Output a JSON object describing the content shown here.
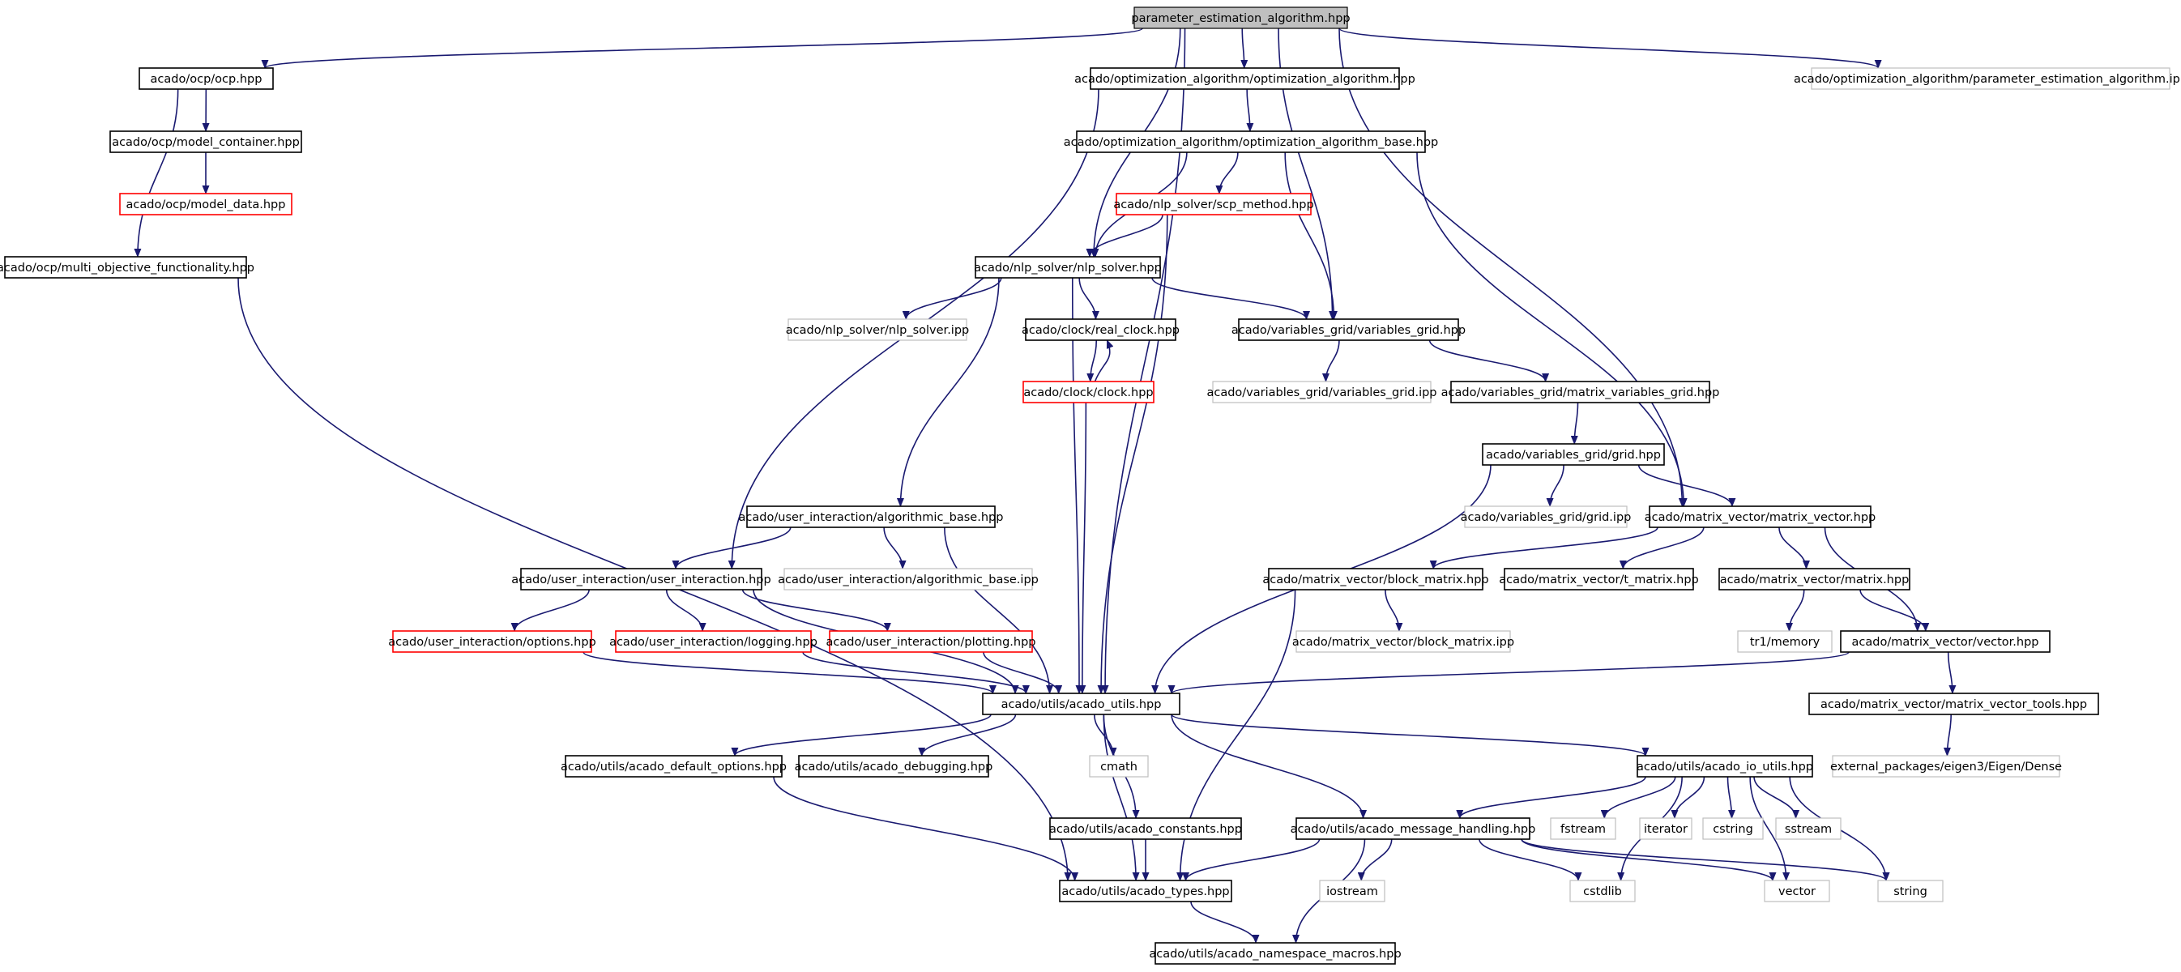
{
  "nodes": [
    {
      "id": "root",
      "label": "parameter_estimation_algorithm.hpp",
      "style": "root"
    },
    {
      "id": "ocp",
      "label": "acado/ocp/ocp.hpp",
      "style": "normal"
    },
    {
      "id": "oa",
      "label": "acado/optimization_algorithm/optimization_algorithm.hpp",
      "style": "normal"
    },
    {
      "id": "peaipp",
      "label": "acado/optimization_algorithm/parameter_estimation_algorithm.ipp",
      "style": "missing"
    },
    {
      "id": "mc",
      "label": "acado/ocp/model_container.hpp",
      "style": "normal"
    },
    {
      "id": "oab",
      "label": "acado/optimization_algorithm/optimization_algorithm_base.hpp",
      "style": "normal"
    },
    {
      "id": "md",
      "label": "acado/ocp/model_data.hpp",
      "style": "truncated"
    },
    {
      "id": "scp",
      "label": "acado/nlp_solver/scp_method.hpp",
      "style": "truncated"
    },
    {
      "id": "mof",
      "label": "acado/ocp/multi_objective_functionality.hpp",
      "style": "normal"
    },
    {
      "id": "nlp",
      "label": "acado/nlp_solver/nlp_solver.hpp",
      "style": "normal"
    },
    {
      "id": "nlpipp",
      "label": "acado/nlp_solver/nlp_solver.ipp",
      "style": "missing"
    },
    {
      "id": "rc",
      "label": "acado/clock/real_clock.hpp",
      "style": "normal"
    },
    {
      "id": "vg",
      "label": "acado/variables_grid/variables_grid.hpp",
      "style": "normal"
    },
    {
      "id": "clk",
      "label": "acado/clock/clock.hpp",
      "style": "truncated"
    },
    {
      "id": "vgipp",
      "label": "acado/variables_grid/variables_grid.ipp",
      "style": "missing"
    },
    {
      "id": "mvg",
      "label": "acado/variables_grid/matrix_variables_grid.hpp",
      "style": "normal"
    },
    {
      "id": "grid",
      "label": "acado/variables_grid/grid.hpp",
      "style": "normal"
    },
    {
      "id": "ab",
      "label": "acado/user_interaction/algorithmic_base.hpp",
      "style": "normal"
    },
    {
      "id": "gridipp",
      "label": "acado/variables_grid/grid.ipp",
      "style": "missing"
    },
    {
      "id": "mv",
      "label": "acado/matrix_vector/matrix_vector.hpp",
      "style": "normal"
    },
    {
      "id": "ui",
      "label": "acado/user_interaction/user_interaction.hpp",
      "style": "normal"
    },
    {
      "id": "abipp",
      "label": "acado/user_interaction/algorithmic_base.ipp",
      "style": "missing"
    },
    {
      "id": "bm",
      "label": "acado/matrix_vector/block_matrix.hpp",
      "style": "normal"
    },
    {
      "id": "tm",
      "label": "acado/matrix_vector/t_matrix.hpp",
      "style": "normal"
    },
    {
      "id": "mat",
      "label": "acado/matrix_vector/matrix.hpp",
      "style": "normal"
    },
    {
      "id": "opt",
      "label": "acado/user_interaction/options.hpp",
      "style": "truncated"
    },
    {
      "id": "log",
      "label": "acado/user_interaction/logging.hpp",
      "style": "truncated"
    },
    {
      "id": "plot",
      "label": "acado/user_interaction/plotting.hpp",
      "style": "truncated"
    },
    {
      "id": "bmipp",
      "label": "acado/matrix_vector/block_matrix.ipp",
      "style": "missing"
    },
    {
      "id": "tr1",
      "label": "tr1/memory",
      "style": "missing"
    },
    {
      "id": "vec",
      "label": "acado/matrix_vector/vector.hpp",
      "style": "normal"
    },
    {
      "id": "au",
      "label": "acado/utils/acado_utils.hpp",
      "style": "normal"
    },
    {
      "id": "mvt",
      "label": "acado/matrix_vector/matrix_vector_tools.hpp",
      "style": "normal"
    },
    {
      "id": "ado",
      "label": "acado/utils/acado_default_options.hpp",
      "style": "normal"
    },
    {
      "id": "adbg",
      "label": "acado/utils/acado_debugging.hpp",
      "style": "normal"
    },
    {
      "id": "cmath",
      "label": "cmath",
      "style": "missing"
    },
    {
      "id": "aio",
      "label": "acado/utils/acado_io_utils.hpp",
      "style": "normal"
    },
    {
      "id": "eigen",
      "label": "external_packages/eigen3/Eigen/Dense",
      "style": "missing"
    },
    {
      "id": "acon",
      "label": "acado/utils/acado_constants.hpp",
      "style": "normal"
    },
    {
      "id": "amh",
      "label": "acado/utils/acado_message_handling.hpp",
      "style": "normal"
    },
    {
      "id": "fstream",
      "label": "fstream",
      "style": "missing"
    },
    {
      "id": "iterator",
      "label": "iterator",
      "style": "missing"
    },
    {
      "id": "cstring",
      "label": "cstring",
      "style": "missing"
    },
    {
      "id": "sstream",
      "label": "sstream",
      "style": "missing"
    },
    {
      "id": "at",
      "label": "acado/utils/acado_types.hpp",
      "style": "normal"
    },
    {
      "id": "iostream",
      "label": "iostream",
      "style": "missing"
    },
    {
      "id": "cstdlib",
      "label": "cstdlib",
      "style": "missing"
    },
    {
      "id": "vector",
      "label": "vector",
      "style": "missing"
    },
    {
      "id": "string",
      "label": "string",
      "style": "missing"
    },
    {
      "id": "anm",
      "label": "acado/utils/acado_namespace_macros.hpp",
      "style": "normal"
    }
  ],
  "edges": [
    [
      "root",
      "ocp"
    ],
    [
      "root",
      "oa"
    ],
    [
      "root",
      "peaipp"
    ],
    [
      "root",
      "nlp"
    ],
    [
      "root",
      "vg"
    ],
    [
      "root",
      "mv"
    ],
    [
      "root",
      "au"
    ],
    [
      "ocp",
      "mc"
    ],
    [
      "ocp",
      "mof"
    ],
    [
      "mc",
      "md"
    ],
    [
      "mof",
      "at"
    ],
    [
      "oa",
      "oab"
    ],
    [
      "oa",
      "ui"
    ],
    [
      "oab",
      "scp"
    ],
    [
      "oab",
      "nlp"
    ],
    [
      "oab",
      "vg"
    ],
    [
      "oab",
      "mv"
    ],
    [
      "scp",
      "nlp"
    ],
    [
      "scp",
      "au"
    ],
    [
      "nlp",
      "nlpipp"
    ],
    [
      "nlp",
      "rc"
    ],
    [
      "nlp",
      "vg"
    ],
    [
      "nlp",
      "ab"
    ],
    [
      "nlp",
      "au"
    ],
    [
      "rc",
      "clk"
    ],
    [
      "clk",
      "rc"
    ],
    [
      "clk",
      "au"
    ],
    [
      "vg",
      "vgipp"
    ],
    [
      "vg",
      "mvg"
    ],
    [
      "mvg",
      "grid"
    ],
    [
      "grid",
      "gridipp"
    ],
    [
      "grid",
      "mv"
    ],
    [
      "grid",
      "au"
    ],
    [
      "ab",
      "ui"
    ],
    [
      "ab",
      "abipp"
    ],
    [
      "ab",
      "au"
    ],
    [
      "ui",
      "opt"
    ],
    [
      "ui",
      "log"
    ],
    [
      "ui",
      "plot"
    ],
    [
      "ui",
      "au"
    ],
    [
      "opt",
      "au"
    ],
    [
      "log",
      "au"
    ],
    [
      "plot",
      "au"
    ],
    [
      "mv",
      "bm"
    ],
    [
      "mv",
      "tm"
    ],
    [
      "mv",
      "mat"
    ],
    [
      "mv",
      "vec"
    ],
    [
      "bm",
      "bmipp"
    ],
    [
      "bm",
      "at"
    ],
    [
      "mat",
      "tr1"
    ],
    [
      "mat",
      "vec"
    ],
    [
      "vec",
      "au"
    ],
    [
      "vec",
      "mvt"
    ],
    [
      "mvt",
      "eigen"
    ],
    [
      "au",
      "ado"
    ],
    [
      "au",
      "adbg"
    ],
    [
      "au",
      "cmath"
    ],
    [
      "au",
      "aio"
    ],
    [
      "au",
      "acon"
    ],
    [
      "au",
      "amh"
    ],
    [
      "au",
      "at"
    ],
    [
      "ado",
      "at"
    ],
    [
      "acon",
      "at"
    ],
    [
      "aio",
      "amh"
    ],
    [
      "aio",
      "fstream"
    ],
    [
      "aio",
      "iterator"
    ],
    [
      "aio",
      "cstring"
    ],
    [
      "aio",
      "sstream"
    ],
    [
      "aio",
      "cstdlib"
    ],
    [
      "aio",
      "vector"
    ],
    [
      "aio",
      "string"
    ],
    [
      "amh",
      "at"
    ],
    [
      "amh",
      "iostream"
    ],
    [
      "amh",
      "cstdlib"
    ],
    [
      "amh",
      "vector"
    ],
    [
      "amh",
      "string"
    ],
    [
      "amh",
      "anm"
    ],
    [
      "at",
      "anm"
    ]
  ]
}
